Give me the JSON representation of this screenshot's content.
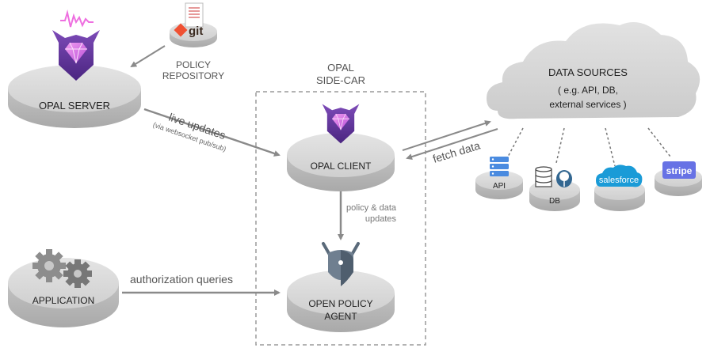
{
  "nodes": {
    "opal_server": "OPAL SERVER",
    "opal_client": "OPAL CLIENT",
    "application": "APPLICATION",
    "opa": [
      "OPEN POLICY",
      "AGENT"
    ],
    "policy_repository": [
      "POLICY",
      "REPOSITORY"
    ],
    "sidecar": [
      "OPAL",
      "SIDE-CAR"
    ]
  },
  "data_sources": {
    "title": "DATA SOURCES",
    "subtitle": [
      "( e.g. API, DB,",
      "external services )"
    ],
    "items": [
      "API",
      "DB",
      "salesforce",
      "stripe"
    ]
  },
  "edges": {
    "live_updates": "live updates",
    "live_updates_sub": "(via websocket pub/sub)",
    "fetch_data": "fetch data",
    "policy_data_updates": [
      "policy & data",
      "updates"
    ],
    "authorization_queries": "authorization queries"
  },
  "logos": {
    "git": "git"
  },
  "colors": {
    "disk_top": "#d6d6d6",
    "disk_side": "#b9b9b9",
    "arrow": "#8a8a8a",
    "opal_purple": "#6b3fa0",
    "gem_pink": "#d46ee0",
    "salesforce": "#1a9bd7",
    "stripe": "#6772e5",
    "git_orange": "#f05133"
  },
  "icons": [
    "opal-logo-icon",
    "git-icon",
    "gear-icon",
    "opa-logo-icon",
    "server-icon",
    "database-icon",
    "postgres-icon",
    "salesforce-logo",
    "stripe-logo",
    "cloud-icon"
  ]
}
